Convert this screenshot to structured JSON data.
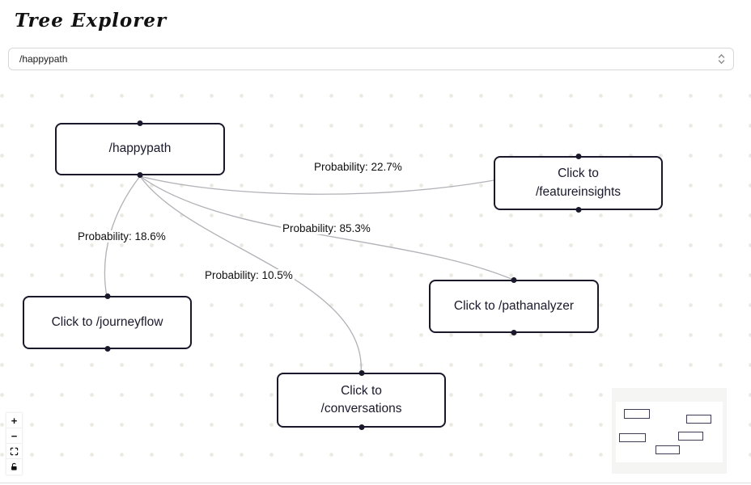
{
  "header": {
    "title": "Tree Explorer"
  },
  "path_selector": {
    "value": "/happypath"
  },
  "nodes": [
    {
      "id": "happypath",
      "lines": [
        "/happypath"
      ]
    },
    {
      "id": "featureinsights",
      "lines": [
        "Click to",
        "/featureinsights"
      ]
    },
    {
      "id": "pathanalyzer",
      "lines": [
        "Click to /pathanalyzer"
      ]
    },
    {
      "id": "journeyflow",
      "lines": [
        "Click to /journeyflow"
      ]
    },
    {
      "id": "conversations",
      "lines": [
        "Click to",
        "/conversations"
      ]
    }
  ],
  "edges": [
    {
      "from": "/happypath",
      "to": "/featureinsights",
      "label": "Probability: 22.7%"
    },
    {
      "from": "/happypath",
      "to": "/pathanalyzer",
      "label": "Probability: 85.3%"
    },
    {
      "from": "/happypath",
      "to": "/journeyflow",
      "label": "Probability: 18.6%"
    },
    {
      "from": "/happypath",
      "to": "/conversations",
      "label": "Probability: 10.5%"
    }
  ],
  "controls": {
    "zoom_in_glyph": "+",
    "zoom_out_glyph": "−",
    "fit_view_icon": "fit-view-icon",
    "lock_icon": "lock-open-icon"
  },
  "colors": {
    "node_border": "#1a192b",
    "edge": "#b1b1b7",
    "dot_grid": "#ece9e3",
    "select_border": "#d8d8d8",
    "minimap_mask": "#f5f5f3",
    "minimap_node_border": "#3f3d56"
  }
}
